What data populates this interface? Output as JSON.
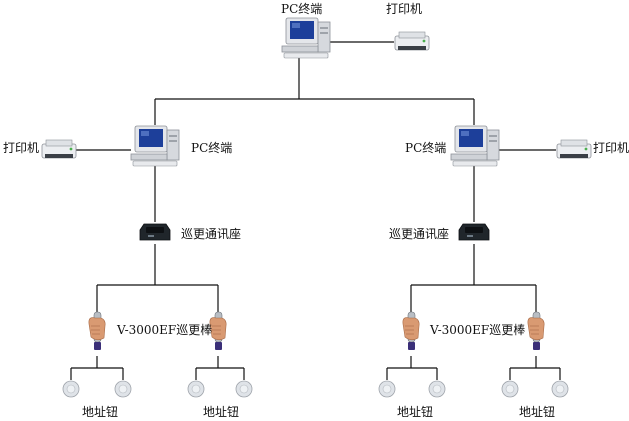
{
  "labels": {
    "pc_top": "PC终端",
    "printer_top": "打印机",
    "pc_left": "PC终端",
    "pc_right": "PC终端",
    "printer_left": "打印机",
    "printer_right": "打印机",
    "dock_left": "巡更通讯座",
    "dock_right": "巡更通讯座",
    "wand_left": "V-3000EF巡更棒",
    "wand_right": "V-3000EF巡更棒",
    "button_ll": "地址钮",
    "button_lr": "地址钮",
    "button_rl": "地址钮",
    "button_rr": "地址钮"
  },
  "colors": {
    "line": "#111111",
    "monitor_body": "#e4e6ea",
    "screen": "#1d3f9a",
    "printer_body": "#eceef1",
    "dock_body": "#20262b",
    "wand_body": "#b9bec4",
    "hand": "#d99a72",
    "button_body": "#dfe3e8"
  },
  "icons": {
    "pc": "desktop-computer-icon",
    "printer": "printer-icon",
    "dock": "communication-dock-icon",
    "wand": "patrol-wand-in-hand-icon",
    "button": "address-button-icon"
  }
}
